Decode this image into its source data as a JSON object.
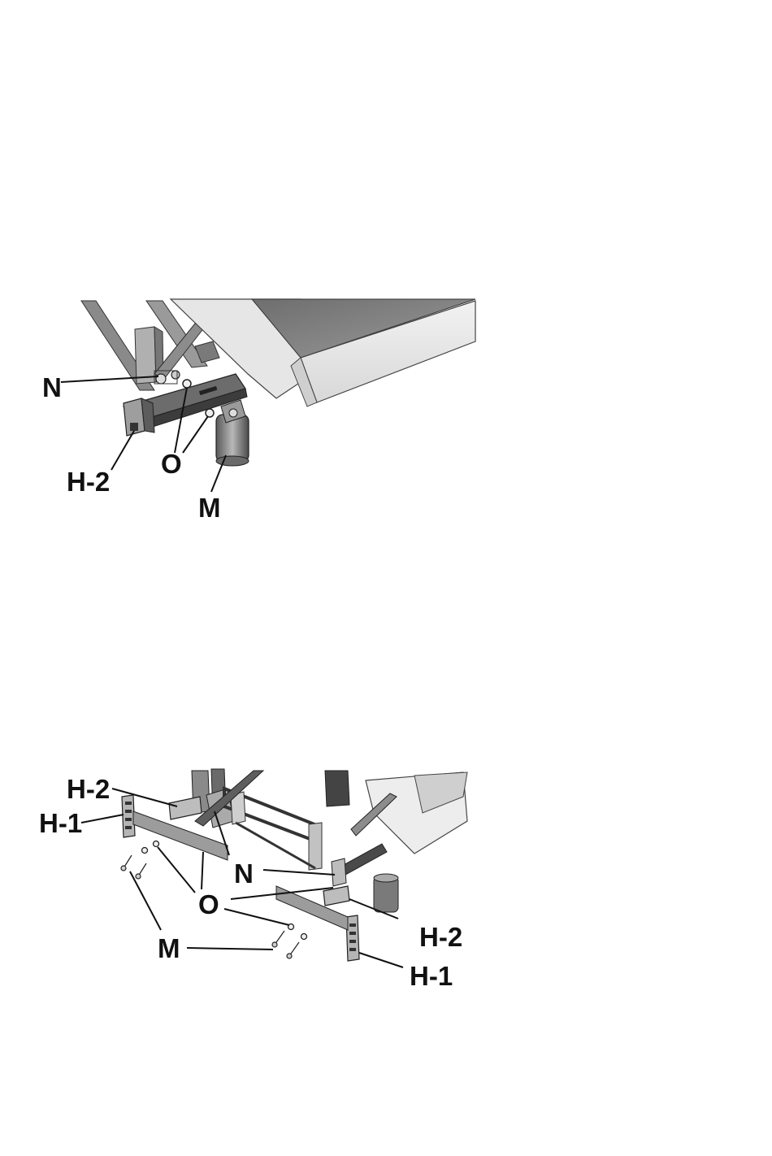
{
  "figure_1": {
    "callouts": {
      "n": "N",
      "h2": "H-2",
      "o": "O",
      "m": "M"
    }
  },
  "figure_2": {
    "callouts": {
      "h2_left": "H-2",
      "h1_left": "H-1",
      "n": "N",
      "o": "O",
      "m": "M",
      "h2_right": "H-2",
      "h1_right": "H-1"
    }
  }
}
